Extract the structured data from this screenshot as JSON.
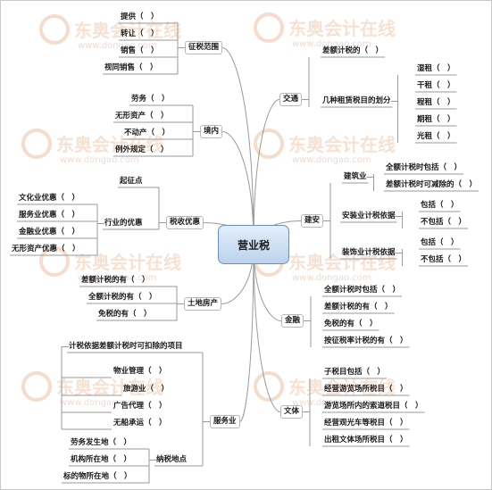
{
  "watermark": {
    "line1": "东奥会计在线",
    "line2": "www.dongao.com"
  },
  "center": "营业税",
  "sections": [
    {
      "id": "zhengshui",
      "label": "征税范围",
      "items": [
        "提供（　）",
        "转让（　）",
        "销售（　）",
        "视同销售（　）"
      ]
    },
    {
      "id": "jingnei",
      "label": "境内",
      "items": [
        "劳务（　）",
        "无形资产（　）",
        "不动产（　）",
        "例外规定（　）"
      ]
    },
    {
      "id": "youhui",
      "label": "税收优惠",
      "children": [
        {
          "label": "起征点"
        },
        {
          "label": "行业的优惠",
          "items": [
            "文化业优惠（　）",
            "服务业优惠（　）",
            "金融业优惠（　）",
            "无形资产优惠（　）"
          ]
        }
      ]
    },
    {
      "id": "tudi",
      "label": "土地房产",
      "items": [
        "差额计税的有（　）",
        "全额计税的有（　）",
        "免税的有（　）"
      ]
    },
    {
      "id": "fuwu",
      "label": "服务业",
      "children": [
        {
          "label": "计税依据差额计税时可扣除的项目",
          "items": [
            "物业管理（　）",
            "旅游业（　）",
            "广告代理（　）",
            "无船承运（　）"
          ]
        },
        {
          "label": "纳税地点",
          "items": [
            "劳务发生地（　）",
            "机构所在地（　）",
            "标的物所在地（　）"
          ]
        }
      ]
    },
    {
      "id": "jiaotong",
      "label": "交通",
      "children": [
        {
          "label": "差额计税的（　）"
        },
        {
          "label": "几种租赁税目的划分",
          "items": [
            "湿租（　）",
            "干租（　）",
            "程租（　）",
            "期租（　）",
            "光租（　）"
          ]
        }
      ]
    },
    {
      "id": "jianan",
      "label": "建安",
      "children": [
        {
          "label": "建筑业",
          "items": [
            "全额计税时包括（　）",
            "差额计税时可减除的（　）"
          ]
        },
        {
          "label": "安装业计税依据",
          "items": [
            "包括（　）",
            "不包括（　）"
          ]
        },
        {
          "label": "装饰业计税依据",
          "items": [
            "包括（　）",
            "不包括（　）"
          ]
        }
      ]
    },
    {
      "id": "jinrong",
      "label": "金融",
      "items": [
        "全额计税时包括（　）",
        "差额计税的有（　）",
        "免税的有（　）",
        "按征税率计税的有（　）"
      ]
    },
    {
      "id": "wenti",
      "label": "文体",
      "items": [
        "子税目包括（　）",
        "经营游览场所税目（　）",
        "游览场所内的索道税目（　）",
        "经营观光车等税目（　）",
        "出租文体场所税目（　）"
      ]
    }
  ]
}
